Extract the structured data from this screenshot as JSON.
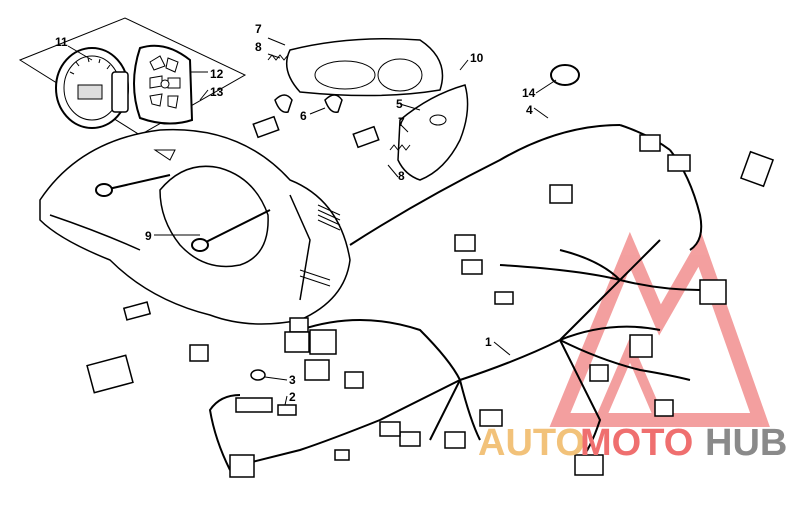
{
  "callouts": {
    "c1": "1",
    "c2": "2",
    "c3": "3",
    "c4": "4",
    "c5": "5",
    "c6": "6",
    "c7a": "7",
    "c7b": "7",
    "c8a": "8",
    "c8b": "8",
    "c9": "9",
    "c10": "10",
    "c11": "11",
    "c12": "12",
    "c13": "13",
    "c14": "14"
  },
  "watermark": {
    "part1": "AUTO",
    "part2": "MOTO",
    "part3": "HUB",
    "colors": {
      "auto": "#f2c27a",
      "moto": "#ef6f6f",
      "hub": "#8a8a8a",
      "triangle": "#f08080"
    }
  }
}
